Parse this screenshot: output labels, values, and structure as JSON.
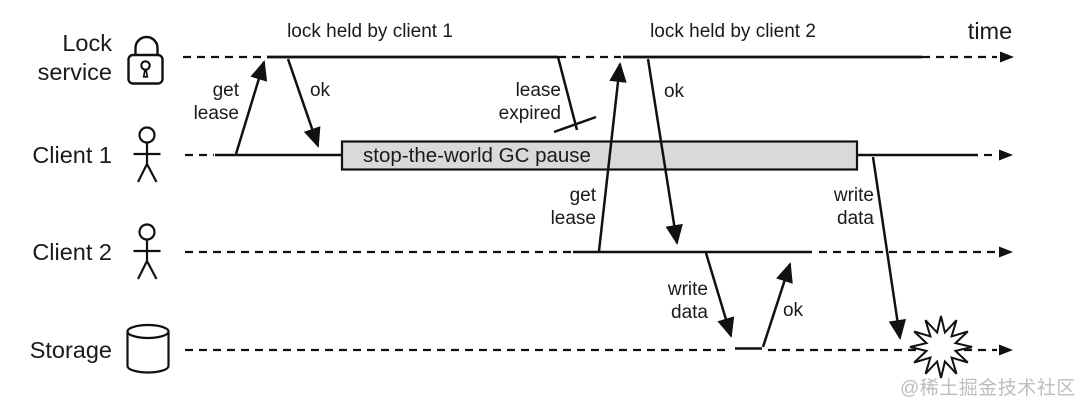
{
  "diagram_type": "sequence-timeline",
  "time_label": "time",
  "rows": [
    {
      "label": "Lock\nservice",
      "icon": "padlock-icon"
    },
    {
      "label": "Client 1",
      "icon": "person-icon"
    },
    {
      "label": "Client 2",
      "icon": "person-icon"
    },
    {
      "label": "Storage",
      "icon": "database-cylinder-icon"
    }
  ],
  "lock_spans": {
    "client1": "lock held by client 1",
    "client2": "lock held by client 2"
  },
  "messages": {
    "get_lease_1": "get\nlease",
    "ok_1": "ok",
    "lease_expired": "lease\nexpired",
    "get_lease_2": "get\nlease",
    "ok_2": "ok",
    "write_data_2": "write\ndata",
    "ok_storage": "ok",
    "write_data_1": "write\ndata"
  },
  "gc_pause_label": "stop-the-world GC pause",
  "watermark": "@稀土掘金技术社区",
  "colors": {
    "line": "#111111",
    "text": "#1a1a1a",
    "gc_pause_fill": "#d9d9d9",
    "watermark": "#bdbdbd",
    "background": "#ffffff"
  }
}
